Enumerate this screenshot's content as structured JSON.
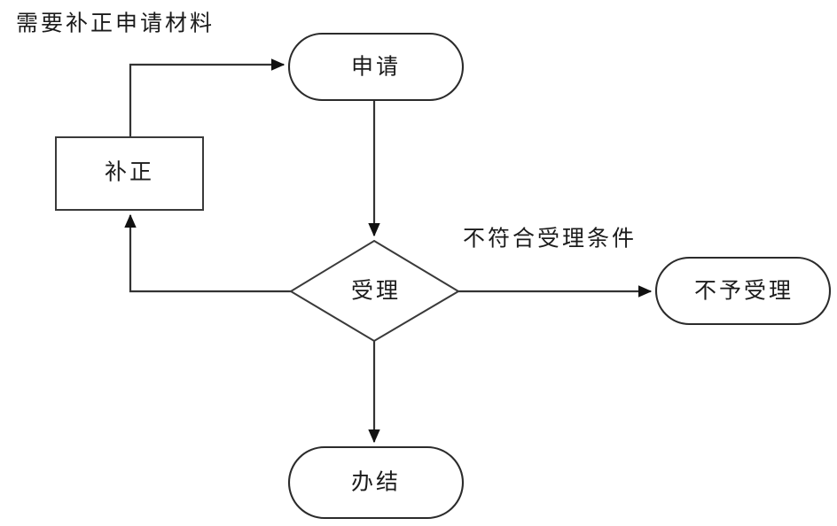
{
  "diagram": {
    "title_label": "需要补正申请材料",
    "background_color": "#ffffff",
    "line_color": "#333333",
    "text_color": "#1b1b1b",
    "nodes": {
      "apply": {
        "label": "申请",
        "shape": "stadium"
      },
      "correct": {
        "label": "补正",
        "shape": "rectangle"
      },
      "accept": {
        "label": "受理",
        "shape": "diamond"
      },
      "reject": {
        "label": "不予受理",
        "shape": "stadium"
      },
      "complete": {
        "label": "办结",
        "shape": "stadium"
      }
    },
    "edges": {
      "apply_to_accept": {
        "label": ""
      },
      "accept_to_reject": {
        "label": "不符合受理条件"
      },
      "accept_to_correct": {
        "label": ""
      },
      "correct_to_apply": {
        "label": ""
      },
      "accept_to_complete": {
        "label": ""
      }
    }
  }
}
